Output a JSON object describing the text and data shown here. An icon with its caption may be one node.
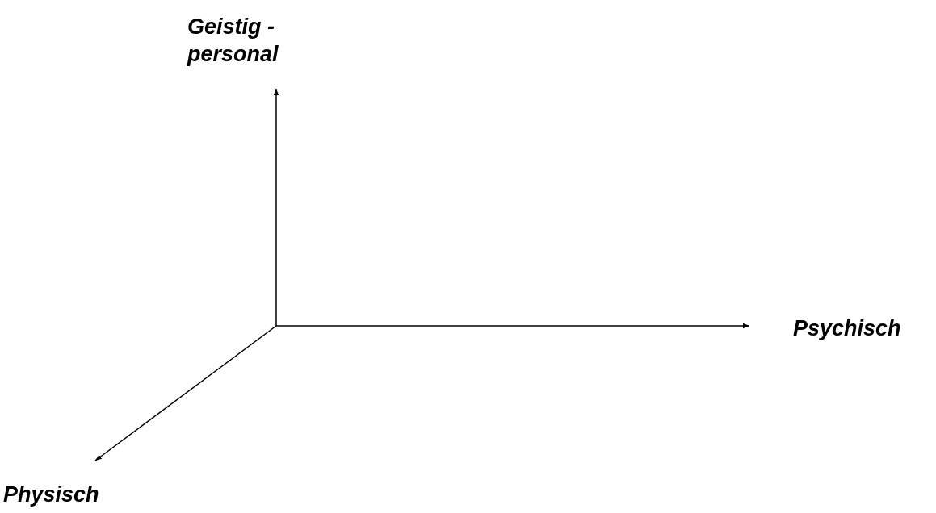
{
  "diagram": {
    "labels": [
      "Geistig - personal",
      "Psychisch",
      "Physisch"
    ]
  }
}
